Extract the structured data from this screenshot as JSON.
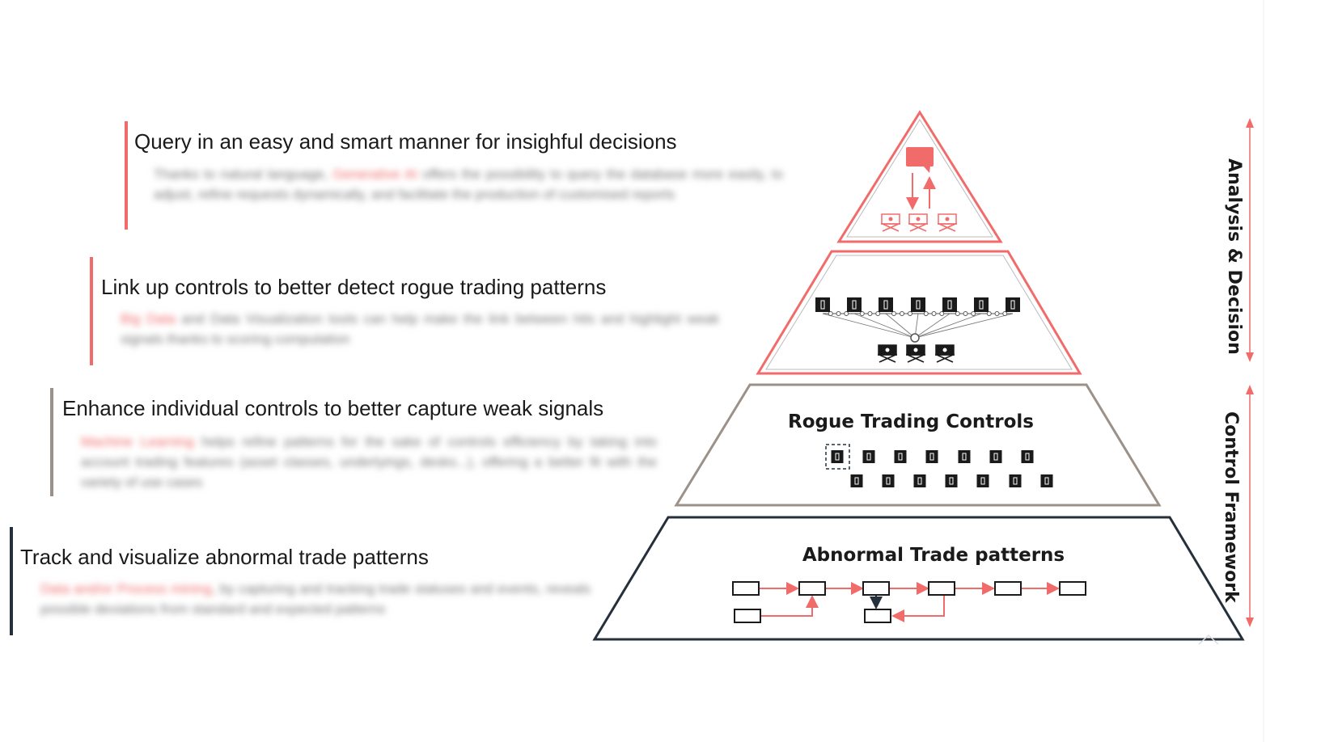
{
  "colors": {
    "accent_red": "#f26b6b",
    "taupe": "#9c9189",
    "dark": "#24303b",
    "text": "#1a1a1a",
    "blurred_text": "#777777"
  },
  "levels": [
    {
      "heading": "Query in an easy and smart manner for insighful decisions",
      "desc_pre": "Thanks to natural language, ",
      "desc_highlight": "Generative AI",
      "desc_post": " offers the possibility to query the database more easily, to adjust, refine requests dynamically, and facilitate the production of customised reports",
      "bar_color": "#f26b6b"
    },
    {
      "heading": "Link up controls to better detect rogue trading patterns",
      "desc_pre": "",
      "desc_highlight": "Big Data",
      "desc_post": " and Data Visualization tools can help make the link between hits and highlight weak signals thanks to scoring computation",
      "bar_color": "#f26b6b"
    },
    {
      "heading": "Enhance individual controls to better capture weak signals",
      "desc_pre": "",
      "desc_highlight": "Machine Learning",
      "desc_post": " helps refine patterns for the sake of controls efficiency by taking into account trading features (asset classes, underlyings, desks...), offering a better fit with the variety of use cases",
      "bar_color": "#9c9189"
    },
    {
      "heading": "Track and visualize abnormal trade patterns",
      "desc_pre": "",
      "desc_highlight": "Data and/or Process mining",
      "desc_post": ", by capturing and tracking trade statuses and events, reveals possible deviations from standard and expected patterns",
      "bar_color": "#24303b"
    }
  ],
  "pyramid": {
    "tier3_title": "Rogue Trading Controls",
    "tier4_title": "Abnormal Trade patterns"
  },
  "side_labels": {
    "top": "Analysis & Decision",
    "bottom": "Control Framework"
  },
  "icons": {
    "chat": "chat-bubble-icon",
    "presenter": "presenter-icon",
    "document": "document-icon",
    "flow_box": "process-box-icon"
  }
}
